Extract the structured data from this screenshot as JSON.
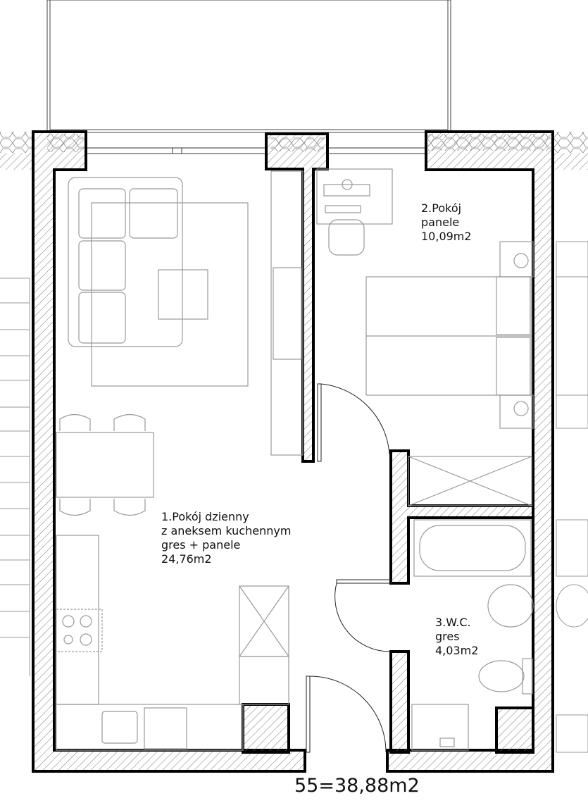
{
  "rooms": [
    {
      "number_name": "1.Pokój dzienny",
      "line2": "z aneksem kuchennym",
      "floor": "gres + panele",
      "area": "24,76m2"
    },
    {
      "number_name": "2.Pokój",
      "floor": "panele",
      "area": "10,09m2"
    },
    {
      "number_name": "3.W.C.",
      "floor": "gres",
      "area": "4,03m2"
    }
  ],
  "total": "55=38,88m2",
  "colors": {
    "wall": "#000000",
    "furniture": "#9a9a9a",
    "hatch": "#777777"
  }
}
